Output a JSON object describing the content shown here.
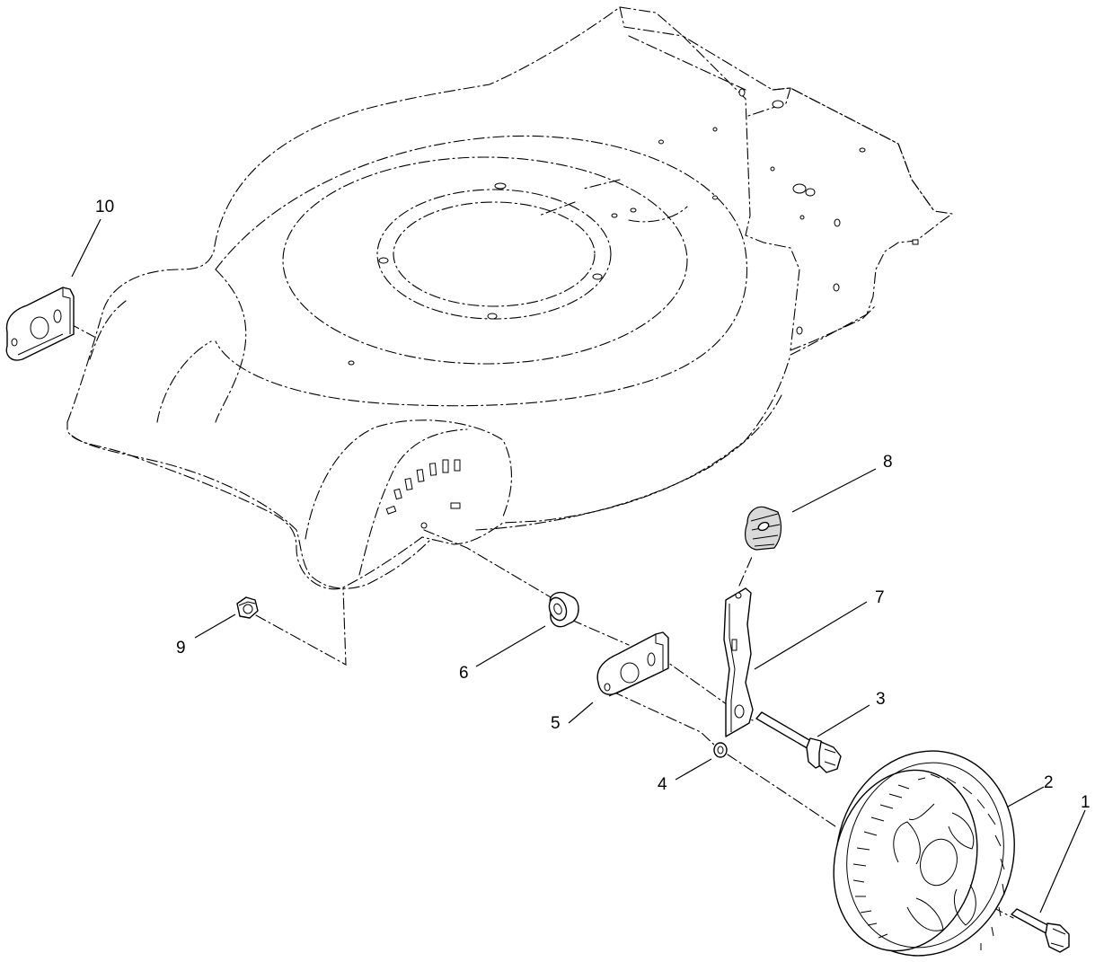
{
  "callouts": [
    {
      "id": "10",
      "label": "10"
    },
    {
      "id": "9",
      "label": "9"
    },
    {
      "id": "8",
      "label": "8"
    },
    {
      "id": "7",
      "label": "7"
    },
    {
      "id": "6",
      "label": "6"
    },
    {
      "id": "5",
      "label": "5"
    },
    {
      "id": "4",
      "label": "4"
    },
    {
      "id": "3",
      "label": "3"
    },
    {
      "id": "2",
      "label": "2"
    },
    {
      "id": "1",
      "label": "1"
    }
  ]
}
